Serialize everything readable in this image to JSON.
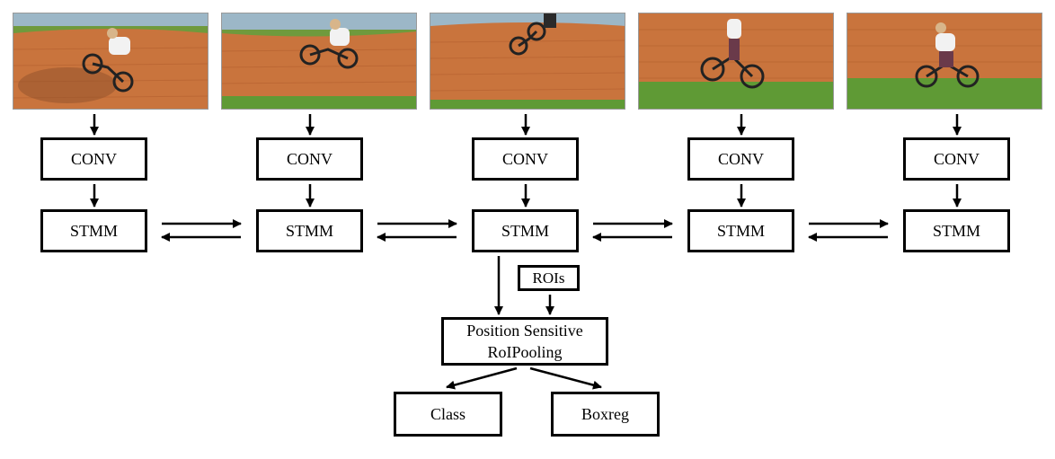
{
  "diagram": {
    "columns": [
      {
        "frame_icon": "bmx-rider-frame-1",
        "conv_label": "CONV",
        "stmm_label": "STMM"
      },
      {
        "frame_icon": "bmx-rider-frame-2",
        "conv_label": "CONV",
        "stmm_label": "STMM"
      },
      {
        "frame_icon": "bmx-rider-frame-3",
        "conv_label": "CONV",
        "stmm_label": "STMM"
      },
      {
        "frame_icon": "bmx-rider-frame-4",
        "conv_label": "CONV",
        "stmm_label": "STMM"
      },
      {
        "frame_icon": "bmx-rider-frame-5",
        "conv_label": "CONV",
        "stmm_label": "STMM"
      }
    ],
    "rois_label": "ROIs",
    "pooling_label": "Position Sensitive\nRoIPooling",
    "class_label": "Class",
    "boxreg_label": "Boxreg"
  },
  "colors": {
    "box_border": "#000000",
    "arrow": "#000000",
    "brick_wall": "#c9743d",
    "grass": "#5f9a35",
    "sky": "#9cb7c7"
  }
}
